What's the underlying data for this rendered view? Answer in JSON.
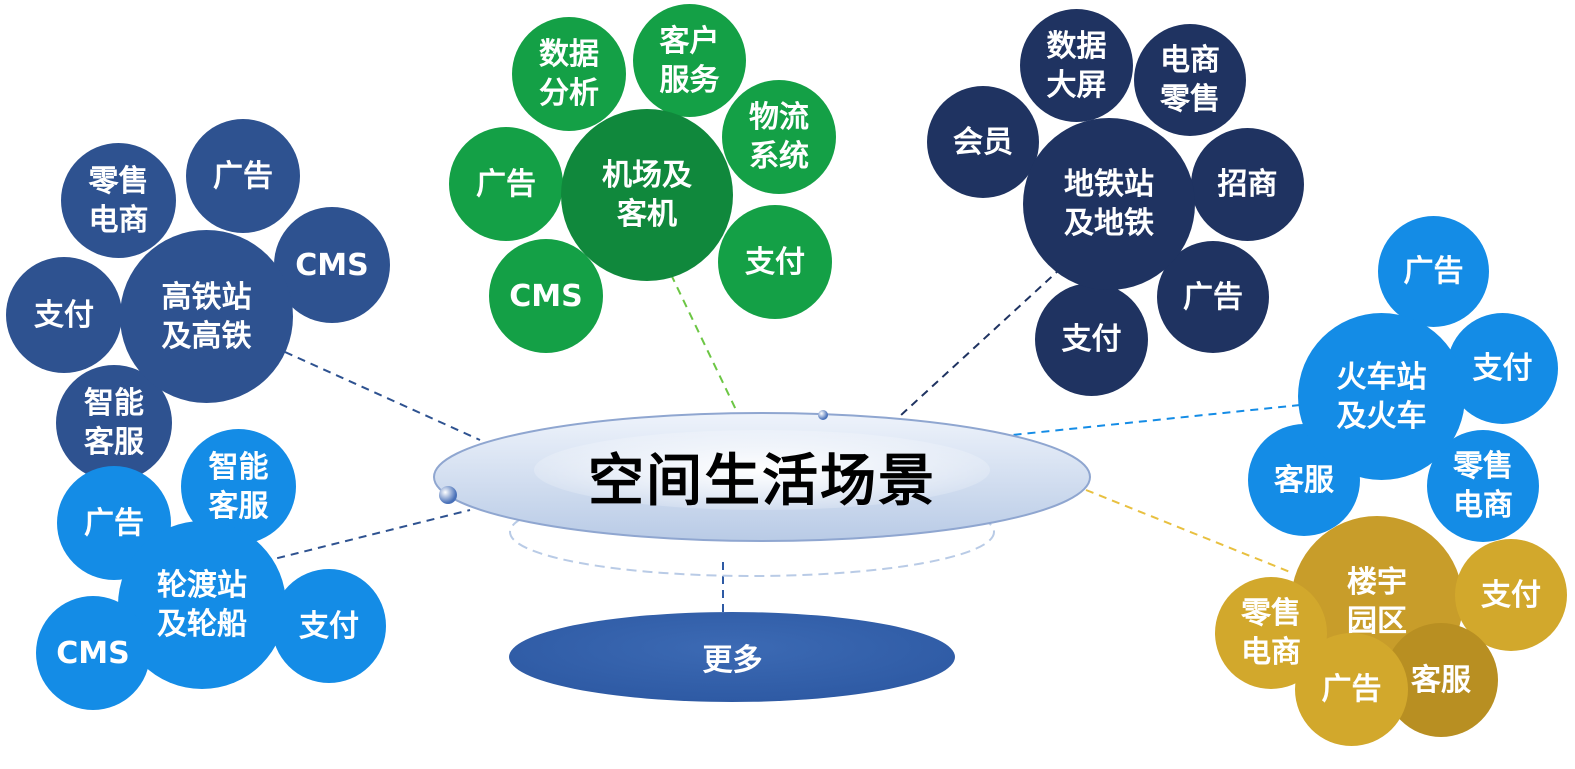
{
  "center": {
    "title": "空间生活场景",
    "more": "更多"
  },
  "colors": {
    "navy_mid": "#2e5290",
    "green": "#14a046",
    "dark_navy": "#1f3361",
    "bright_blue": "#148ce6",
    "gold": "#d2a82c"
  },
  "clusters": {
    "high_speed_rail": {
      "hub": "高铁站\n及高铁",
      "items": [
        "零售\n电商",
        "广告",
        "CMS",
        "支付",
        "智能\n客服"
      ]
    },
    "airport": {
      "hub": "机场及\n客机",
      "items": [
        "数据\n分析",
        "客户\n服务",
        "物流\n系统",
        "广告",
        "支付",
        "CMS"
      ]
    },
    "subway": {
      "hub": "地铁站\n及地铁",
      "items": [
        "数据\n大屏",
        "电商\n零售",
        "会员",
        "招商",
        "广告",
        "支付"
      ]
    },
    "train": {
      "hub": "火车站\n及火车",
      "items": [
        "广告",
        "支付",
        "客服",
        "零售\n电商"
      ]
    },
    "building": {
      "hub": "楼宇\n园区",
      "items": [
        "零售\n电商",
        "支付",
        "广告",
        "客服"
      ]
    },
    "ferry": {
      "hub": "轮渡站\n及轮船",
      "items": [
        "智能\n客服",
        "广告",
        "支付",
        "CMS"
      ]
    }
  }
}
